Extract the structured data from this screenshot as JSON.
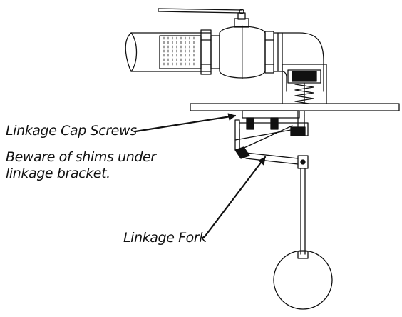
{
  "labels": {
    "linkage_cap_screws": "Linkage Cap Screws",
    "shims_warning_line1": "Beware of shims under",
    "shims_warning_line2": "linkage bracket.",
    "linkage_fork": "Linkage Fork"
  },
  "colors": {
    "ink": "#111111",
    "background": "#ffffff"
  }
}
